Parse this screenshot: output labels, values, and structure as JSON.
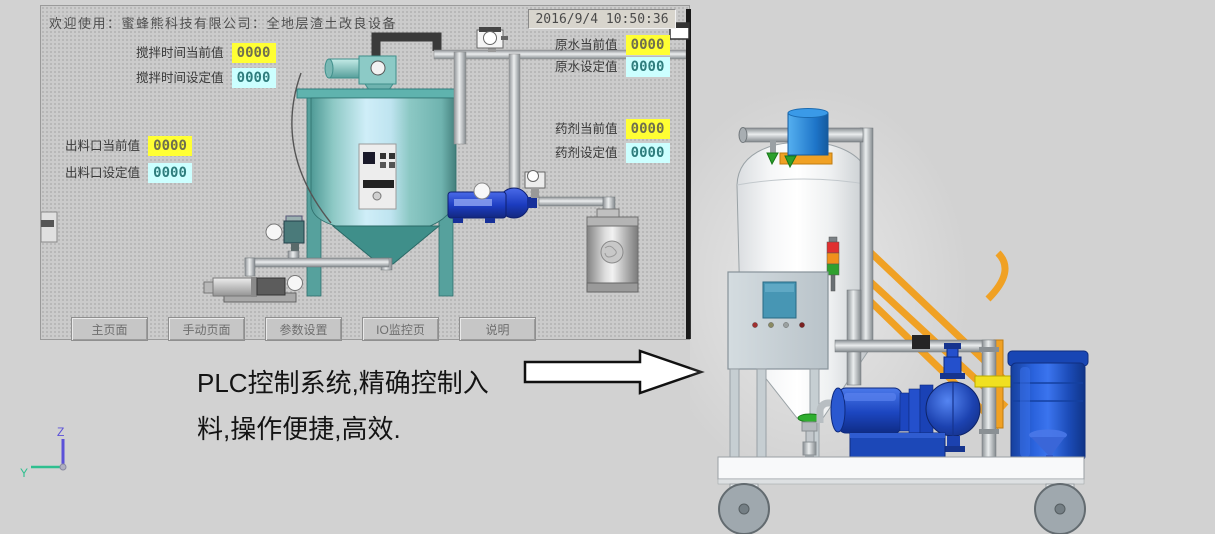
{
  "background_color": "#d2d2d2",
  "hmi": {
    "title": "欢迎使用：蜜蜂熊科技有限公司：全地层渣土改良设备",
    "clock": "2016/9/4 10:50:36",
    "fields": [
      {
        "id": "mix-time-current",
        "label": "搅拌时间当前值",
        "value": "0000",
        "kind": "current"
      },
      {
        "id": "mix-time-set",
        "label": "搅拌时间设定值",
        "value": "0000",
        "kind": "setpoint"
      },
      {
        "id": "raw-water-current",
        "label": "原水当前值",
        "value": "0000",
        "kind": "current"
      },
      {
        "id": "raw-water-set",
        "label": "原水设定值",
        "value": "0000",
        "kind": "setpoint"
      },
      {
        "id": "agent-current",
        "label": "药剂当前值",
        "value": "0000",
        "kind": "current"
      },
      {
        "id": "agent-set",
        "label": "药剂设定值",
        "value": "0000",
        "kind": "setpoint"
      },
      {
        "id": "outlet-current",
        "label": "出料口当前值",
        "value": "0000",
        "kind": "current"
      },
      {
        "id": "outlet-set",
        "label": "出料口设定值",
        "value": "0000",
        "kind": "setpoint"
      }
    ],
    "nav": [
      {
        "label": "主页面"
      },
      {
        "label": "手动页面"
      },
      {
        "label": "参数设置"
      },
      {
        "label": "IO监控页"
      },
      {
        "label": "说明"
      }
    ],
    "colors": {
      "current_bg": "#ffff33",
      "setpoint_bg": "#ccffff",
      "panel_bg": "#cbcbcb",
      "tank_teal": "#8cc8c4",
      "pump_blue": "#2038c0"
    }
  },
  "caption": {
    "lines": [
      "PLC控制系统,精确控制入",
      "料,操作便捷,高效."
    ]
  },
  "axes": {
    "y": "Y",
    "z": "Z"
  },
  "machine": {
    "colors": {
      "tank_white": "#f2f3f4",
      "top_motor_blue": "#2b8fdf",
      "pump_blue": "#1c46c0",
      "barrel_blue": "#1d50c8",
      "frame_orange": "#f0a124",
      "pipe_yellow": "#f0e020",
      "cabinet_gray": "#c9d2d8",
      "screen_teal": "#4796b4",
      "signal_red": "#e03030",
      "signal_orange": "#f0901c",
      "signal_green": "#2fa02f"
    }
  }
}
